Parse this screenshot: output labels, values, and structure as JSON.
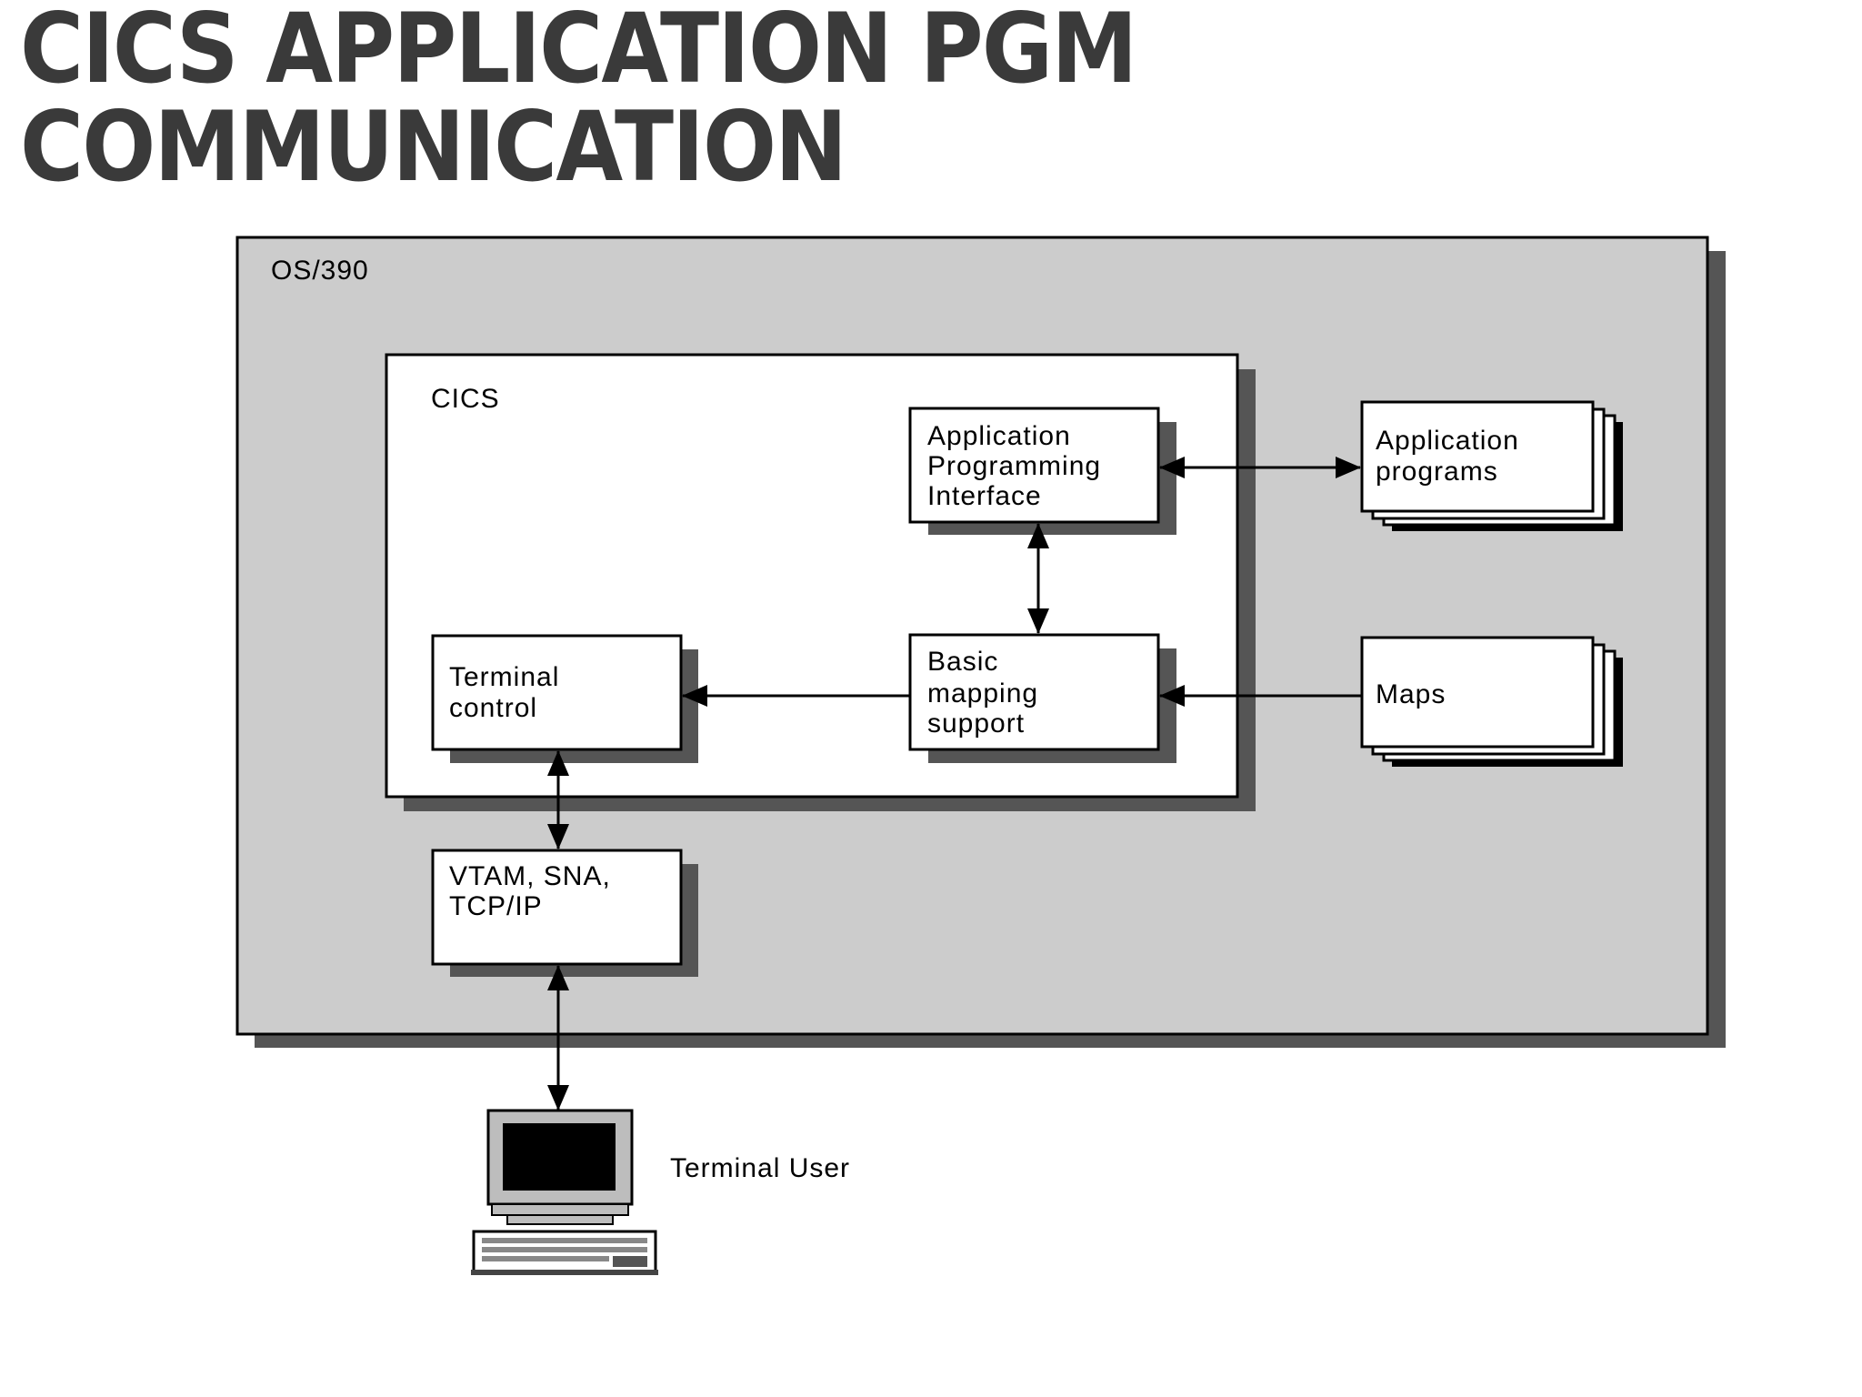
{
  "title": {
    "line1": "CICS APPLICATION PGM",
    "line2": "COMMUNICATION"
  },
  "diagram": {
    "os_label": "OS/390",
    "cics_label": "CICS",
    "api": {
      "line1": "Application",
      "line2": "Programming",
      "line3": "Interface"
    },
    "bms": {
      "line1": "Basic",
      "line2": "mapping",
      "line3": "support"
    },
    "terminal_control": {
      "line1": "Terminal",
      "line2": "control"
    },
    "vtam": {
      "line1": "VTAM, SNA,",
      "line2": "TCP/IP"
    },
    "application_programs": {
      "line1": "Application",
      "line2": "programs"
    },
    "maps": {
      "line1": "Maps"
    },
    "terminal_user": "Terminal User",
    "terminal_icon": "computer-terminal-icon"
  },
  "colors": {
    "title": "#3a3a3a",
    "os_fill": "#cccccc",
    "shadow": "#555555",
    "box_fill": "#ffffff",
    "stroke": "#000000"
  }
}
